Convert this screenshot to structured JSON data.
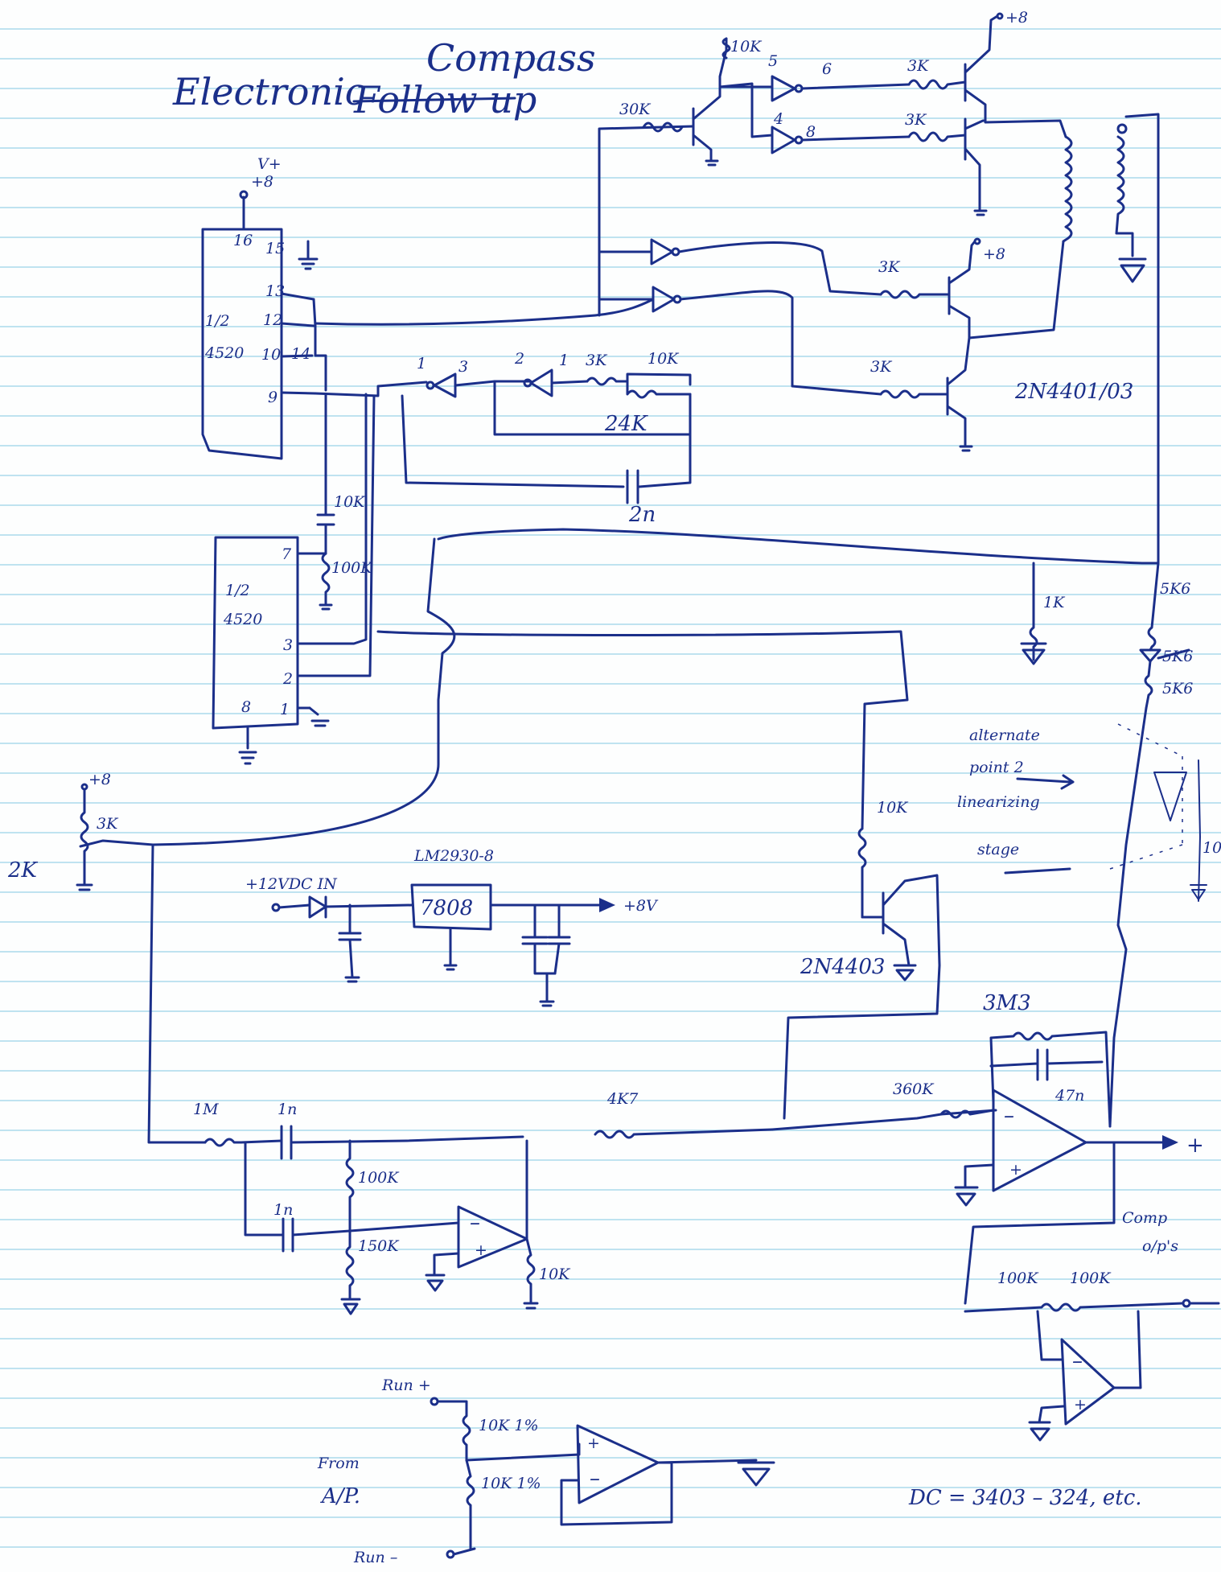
{
  "title": {
    "word1": "Electronic",
    "crossed": "Follow up",
    "inserted": "Compass"
  },
  "labels": {
    "vplus": "V+",
    "p8_top": "+8",
    "p8_left": "+8",
    "p8_mid": "+8",
    "p8_ic": "+8",
    "ic1_name": "1/2",
    "ic1_part": "4520",
    "ic1_p16": "16",
    "ic1_p15": "15",
    "ic1_p13": "13",
    "ic1_p12": "12",
    "ic1_p10": "10",
    "ic1_p14": "14",
    "ic1_p9": "9",
    "ic2_name": "1/2",
    "ic2_part": "4520",
    "ic2_p7": "7",
    "ic2_p3": "3",
    "ic2_p2": "2",
    "ic2_p8": "8",
    "ic2_p1": "1",
    "r_10k_top": "10K",
    "r_3k_a": "3K",
    "r_3k_b": "3K",
    "r_30k": "30K",
    "pin5": "5",
    "pin6": "6",
    "pin4": "4",
    "pin8": "8",
    "r_3k_c": "3K",
    "r_3k_d": "3K",
    "xistor": "2N4401/03",
    "inv_p1": "1",
    "inv_p2": "2",
    "inv_p1b": "1",
    "inv_p3": "3",
    "r_3k_e": "3K",
    "r_10k_e": "10K",
    "r_24k": "24K",
    "c_2n": "2n",
    "r_10k_f": "10K",
    "r_100k_g": "100K",
    "r_1k": "1K",
    "r_5k6_a": "5K6",
    "r_5k6_b": "5K6",
    "r_5k6_c": "5K6",
    "note_line1": "alternate",
    "note_line2": "point 2",
    "note_line3": "linearizing",
    "note_line4": "stage",
    "r_10k_h": "10K",
    "r_10k_side": "10",
    "xistor2": "2N4403",
    "pot_2k": "2K",
    "pot_3k": "3K",
    "reg_in": "+12VDC IN",
    "reg_part": "LM2930-8",
    "reg_num": "7808",
    "reg_out": "+8V",
    "r_1m": "1M",
    "c_1n_a": "1n",
    "c_1n_b": "1n",
    "r_100k_i": "100K",
    "r_150k": "150K",
    "r_10k_j": "10K",
    "r_4k7": "4K7",
    "r_360k": "360K",
    "r_3m3": "3M3",
    "c_47n": "47n",
    "op_minus": "–",
    "op_plus": "+",
    "out_plus": "+",
    "comp_line1": "Comp",
    "comp_line2": "o/p's",
    "r_100k_k": "100K",
    "r_100k_l": "100K",
    "op3_minus": "–",
    "op3_plus": "+",
    "run_plus": "Run +",
    "r_10k_1pc_a": "10K 1%",
    "r_10k_1pc_b": "10K 1%",
    "from": "From",
    "ap": "A/P.",
    "run_minus": "Run –",
    "dc_note": "DC = 3403 – 324, etc."
  }
}
